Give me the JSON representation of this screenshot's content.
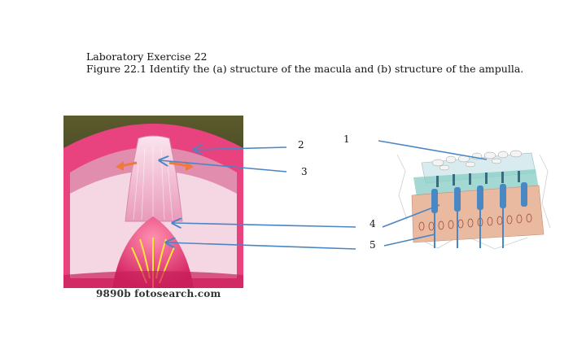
{
  "header": {
    "line1": "Laboratory Exercise 22",
    "line2": "Figure 22.1 Identify the (a) structure of the macula and (b) structure of the ampulla."
  },
  "figure_a": {
    "watermark": "9890b fotosearch.com"
  },
  "labels": [
    "1",
    "2",
    "3",
    "4",
    "5"
  ],
  "colors": {
    "leader_line": "#4a86c5",
    "tissue_pink": "#e8437e",
    "cupula": "#f3c6d8",
    "hair_yellow": "#ffe23a"
  }
}
